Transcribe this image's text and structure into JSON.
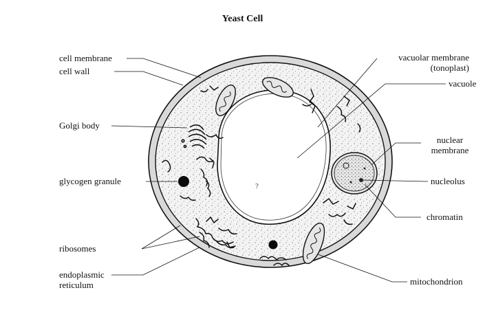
{
  "title": "Yeast Cell",
  "labels": {
    "cell_membrane": "cell membrane",
    "cell_wall": "cell wall",
    "golgi_body": "Golgi body",
    "glycogen_granule": "glycogen granule",
    "ribosomes": "ribosomes",
    "endoplasmic_reticulum_1": "endoplasmic",
    "endoplasmic_reticulum_2": "reticulum",
    "vacuolar_membrane": "vacuolar membrane",
    "tonoplast": "(tonoplast)",
    "vacuole": "vacuole",
    "nuclear_membrane_1": "nuclear",
    "nuclear_membrane_2": "membrane",
    "nucleolus": "nucleolus",
    "chromatin": "chromatin",
    "mitochondrion": "mitochondrion"
  },
  "colors": {
    "ink": "#111111",
    "wall_fill": "#d9d9d9",
    "cytoplasm": "#f2f2f2"
  }
}
